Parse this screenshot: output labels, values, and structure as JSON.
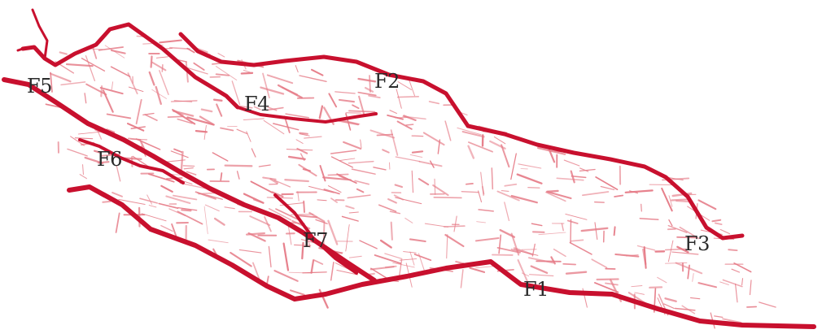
{
  "colors": {
    "fault_major": "#c8102e",
    "fracture_minor": "#e57985",
    "label_text": "#2a2a2a",
    "background": "#ffffff"
  },
  "labels": {
    "f1": "F1",
    "f2": "F2",
    "f3": "F3",
    "f4": "F4",
    "f5": "F5",
    "f6": "F6",
    "f7": "F7"
  }
}
